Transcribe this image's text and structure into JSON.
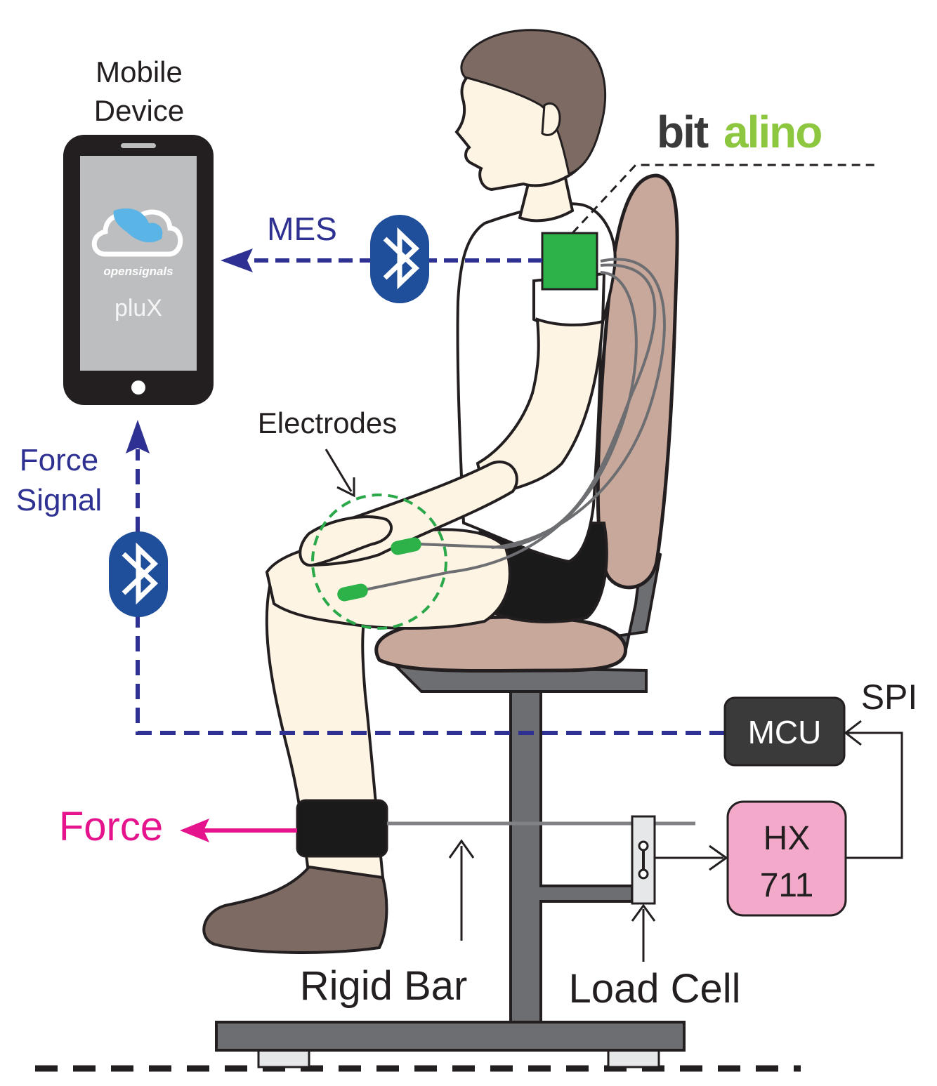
{
  "labels": {
    "mobile_line1": "Mobile",
    "mobile_line2": "Device",
    "mes": "MES",
    "electrodes": "Electrodes",
    "force_signal_line1": "Force",
    "force_signal_line2": "Signal",
    "force": "Force",
    "spi": "SPI",
    "mcu": "MCU",
    "hx_line1": "HX",
    "hx_line2": "711",
    "rigid_bar": "Rigid Bar",
    "load_cell": "Load Cell"
  },
  "logos": {
    "bitalino": "bitalino",
    "opensignals": "opensignals",
    "plux": "pluX"
  },
  "icons": [
    "bluetooth-icon",
    "cloud-icon",
    "home-button-icon"
  ],
  "colors": {
    "signal_blue": "#2e3192",
    "bluetooth_badge": "#1f4e9a",
    "force_magenta": "#e6148c",
    "sensor_green": "#2db24a",
    "electrode_circle": "#2aa84a",
    "chair_pink": "#c9a89c",
    "chair_frame": "#6d6e71",
    "mcu_dark": "#3a3a3a",
    "hx_pink": "#f3a9c9",
    "skin": "#fdf4e3",
    "hair": "#7d6b63",
    "shoe": "#7d6b63"
  }
}
